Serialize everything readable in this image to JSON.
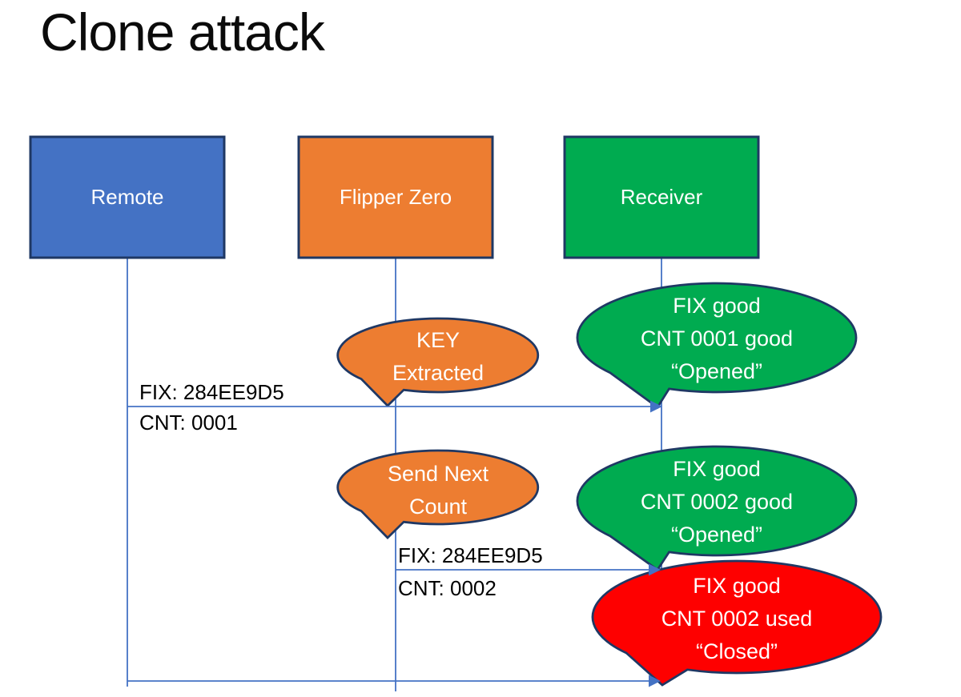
{
  "title": "Clone attack",
  "colors": {
    "outline_navy": "#1F3864",
    "connector_blue": "#4472C4"
  },
  "actors": [
    {
      "id": "remote",
      "label": "Remote",
      "color": "#4472C4"
    },
    {
      "id": "flipper",
      "label": "Flipper Zero",
      "color": "#ED7D31"
    },
    {
      "id": "receiver",
      "label": "Receiver",
      "color": "#00AB50"
    }
  ],
  "messages": [
    {
      "from": "remote",
      "to": "receiver",
      "lines": [
        "FIX: 284EE9D5",
        "CNT: 0001"
      ]
    },
    {
      "from": "flipper",
      "to": "receiver",
      "lines": [
        "FIX: 284EE9D5",
        "CNT: 0002"
      ]
    },
    {
      "from": "remote",
      "to": "receiver",
      "lines": []
    }
  ],
  "callouts": [
    {
      "owner": "flipper",
      "color": "#ED7D31",
      "lines": [
        "KEY",
        "Extracted"
      ]
    },
    {
      "owner": "receiver",
      "color": "#00AB50",
      "lines": [
        "FIX good",
        "CNT 0001 good",
        "“Opened”"
      ]
    },
    {
      "owner": "flipper",
      "color": "#ED7D31",
      "lines": [
        "Send Next",
        "Count"
      ]
    },
    {
      "owner": "receiver",
      "color": "#00AB50",
      "lines": [
        "FIX good",
        "CNT 0002 good",
        "“Opened”"
      ]
    },
    {
      "owner": "receiver",
      "color": "#FE0000",
      "lines": [
        "FIX good",
        "CNT 0002 used",
        "“Closed”"
      ]
    }
  ]
}
